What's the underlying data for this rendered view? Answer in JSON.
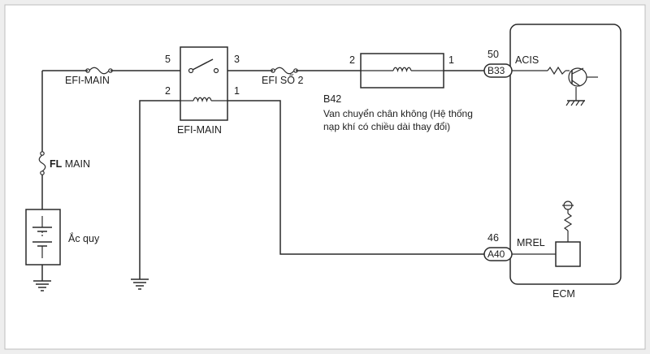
{
  "colors": {
    "background": "#eeeeee",
    "panel": "#ffffff",
    "line": "#2a2a2a",
    "text": "#1e1e1e"
  },
  "components": {
    "fuse_efi_main": "EFI-MAIN",
    "fuse_fl_main_bold": "FL",
    "fuse_fl_main_rest": " MAIN",
    "battery": "Ắc quy",
    "relay": {
      "label": "EFI-MAIN",
      "pin_5": "5",
      "pin_3": "3",
      "pin_2": "2",
      "pin_1": "1"
    },
    "fuse_efi_no2": "EFI SỐ 2",
    "valve": {
      "code": "B42",
      "description_line1": "Van chuyển chân không (Hệ thống",
      "description_line2": "nạp khí có chiều dài thay đổi)",
      "pin_2": "2",
      "pin_1": "1"
    },
    "ecm": {
      "label": "ECM",
      "acis_pin": "50",
      "acis_connector": "B33",
      "acis_signal": "ACIS",
      "mrel_pin": "46",
      "mrel_connector": "A40",
      "mrel_signal": "MREL"
    }
  }
}
